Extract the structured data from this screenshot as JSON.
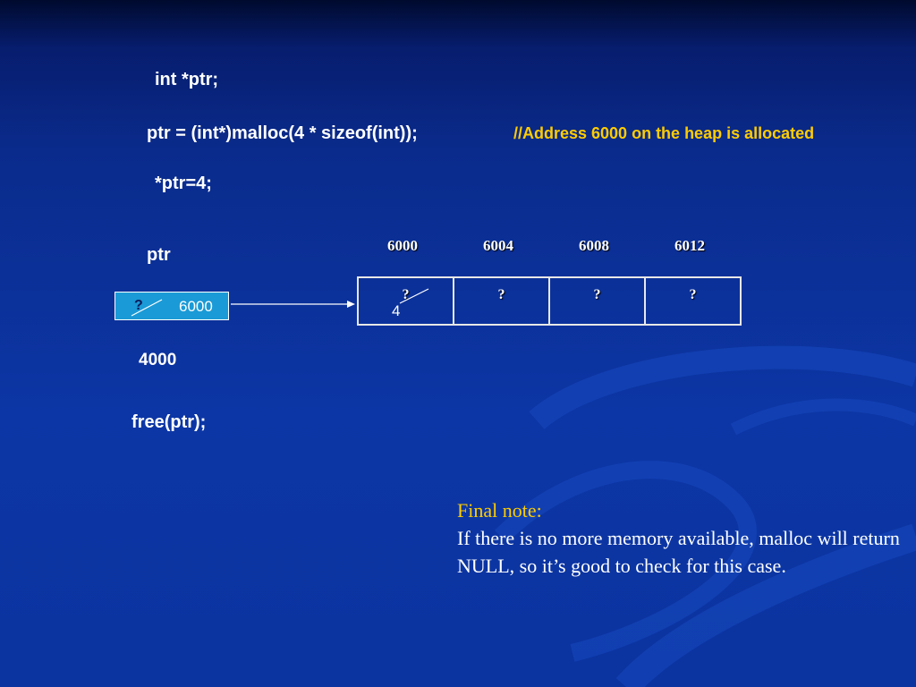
{
  "code": {
    "line1": "int *ptr;",
    "line2": "ptr = (int*)malloc(4 * sizeof(int));",
    "comment": "//Address 6000 on the heap is allocated",
    "line3": "*ptr=4;",
    "free": "free(ptr);"
  },
  "pointer": {
    "label": "ptr",
    "old_value": "?",
    "value": "6000",
    "address": "4000"
  },
  "heap": {
    "addresses": [
      "6000",
      "6004",
      "6008",
      "6012"
    ],
    "cells": [
      "?",
      "?",
      "?",
      "?"
    ],
    "new_value": "4"
  },
  "note": {
    "title": "Final note:",
    "text": "If  there is no more memory available, malloc will return NULL, so it’s good to check for this case."
  },
  "colors": {
    "background": "#0c36a5",
    "accent": "#ffcc00",
    "pointer_box": "#1a9ad6"
  }
}
